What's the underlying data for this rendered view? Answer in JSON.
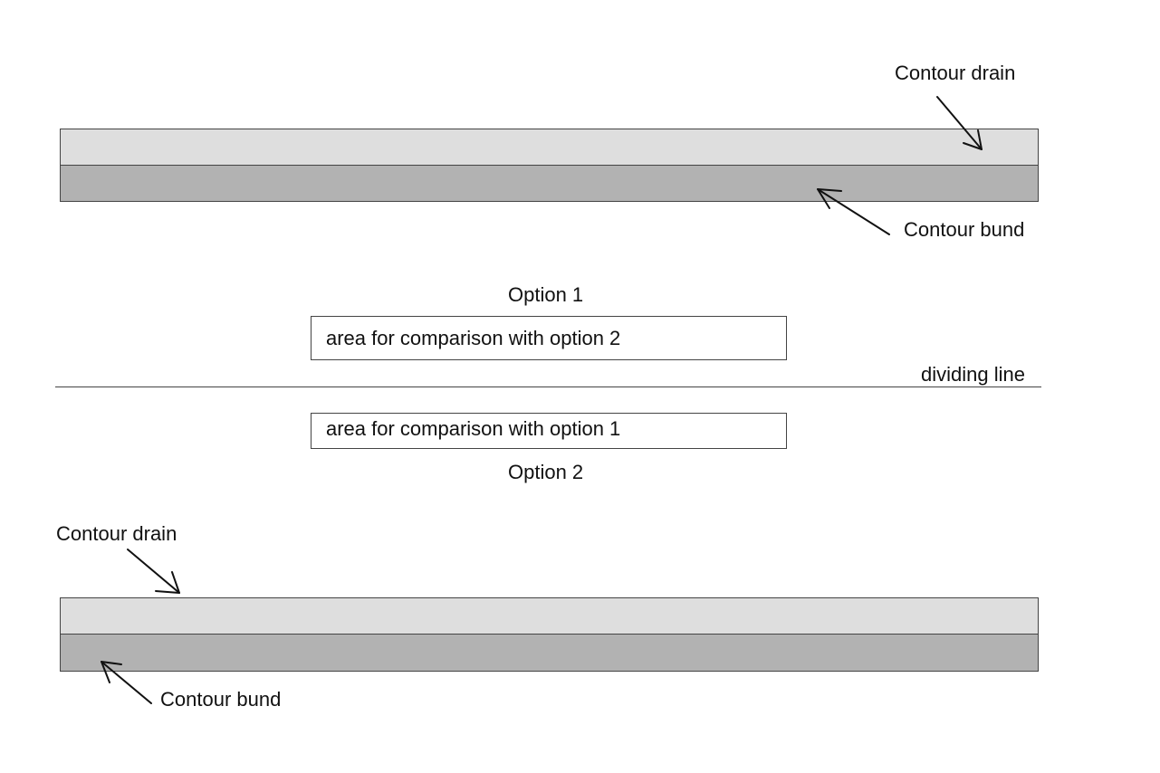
{
  "top": {
    "drain_label": "Contour drain",
    "bund_label": "Contour bund"
  },
  "option1": {
    "title": "Option 1",
    "box_text": "area for comparison with option 2"
  },
  "divider": {
    "label": "dividing line"
  },
  "option2": {
    "title": "Option 2",
    "box_text": "area for comparison with option 1"
  },
  "bottom": {
    "drain_label": "Contour drain",
    "bund_label": "Contour bund"
  },
  "colors": {
    "drain_fill": "#dedede",
    "bund_fill": "#b2b2b2",
    "stroke": "#444444"
  }
}
